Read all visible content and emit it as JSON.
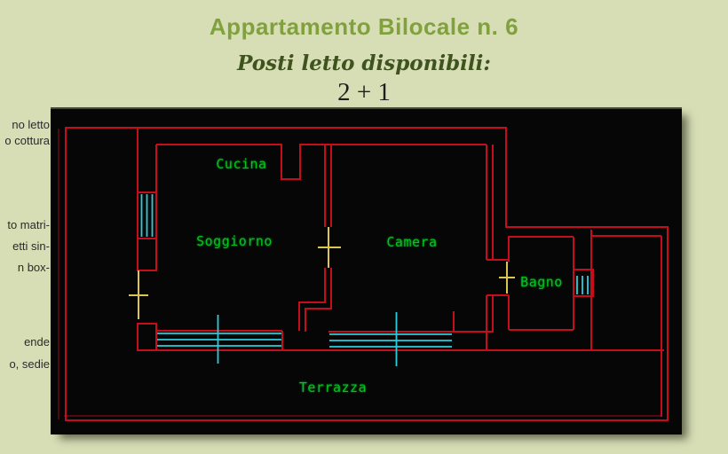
{
  "header": {
    "title": "Appartamento Bilocale n. 6",
    "subtitle": "Posti letto disponibili:",
    "beds_available": "2 + 1"
  },
  "sidebar_fragments": {
    "line1": "no letto",
    "line2": "o cottura",
    "line3": "to matri-",
    "line4": "etti sin-",
    "line5": "n box-",
    "line6": "ende",
    "line7": "o, sedie"
  },
  "floorplan": {
    "rooms": {
      "kitchen": "Cucina",
      "living": "Soggiorno",
      "bedroom": "Camera",
      "bathroom": "Bagno",
      "terrace": "Terrazza"
    },
    "symbols": {
      "door": "yellow-cross-door-marker",
      "window": "cyan-lines-window-marker"
    }
  },
  "colors": {
    "page_bg": "#d7deb6",
    "title": "#80a13d",
    "subtitle": "#3e531e",
    "beds": "#1e1e1e",
    "fragment_text": "#2b2b2b",
    "canvas_bg": "#060606",
    "wall": "#c60d1c",
    "wall_dark": "#6e0a15",
    "door": "#d9c74e",
    "window": "#29cede",
    "room_label": "#00c41e"
  }
}
